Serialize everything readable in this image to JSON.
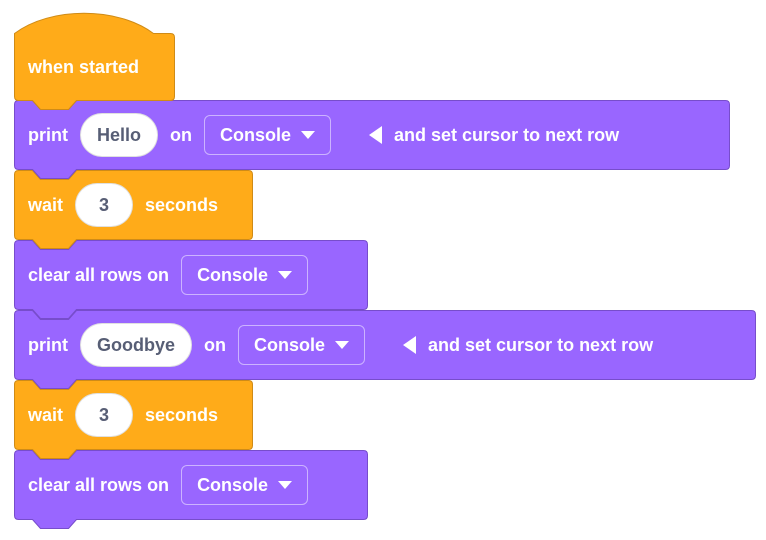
{
  "colors": {
    "purple_fill": "#9966FF",
    "purple_stroke": "#774DCB",
    "orange_fill": "#FFAB19",
    "orange_stroke": "#CF8B17",
    "input_text": "#575E75",
    "background": "#FFFFFF"
  },
  "icons": {
    "dropdown_caret": "▼",
    "collapse_arrow": "◀"
  },
  "blocks": [
    {
      "type": "hat",
      "palette": "orange",
      "label": "when started"
    },
    {
      "type": "stack",
      "palette": "purple",
      "prefix": "print",
      "value": "Hello",
      "connector": "on",
      "dropdown": "Console",
      "suffix": "and set cursor to next row"
    },
    {
      "type": "stack",
      "palette": "orange",
      "prefix": "wait",
      "value": "3",
      "suffix": "seconds"
    },
    {
      "type": "stack",
      "palette": "purple",
      "prefix": "clear all rows on",
      "dropdown": "Console"
    },
    {
      "type": "stack",
      "palette": "purple",
      "prefix": "print",
      "value": "Goodbye",
      "connector": "on",
      "dropdown": "Console",
      "suffix": "and set cursor to next row"
    },
    {
      "type": "stack",
      "palette": "orange",
      "prefix": "wait",
      "value": "3",
      "suffix": "seconds"
    },
    {
      "type": "stack",
      "palette": "purple",
      "prefix": "clear all rows on",
      "dropdown": "Console"
    }
  ]
}
